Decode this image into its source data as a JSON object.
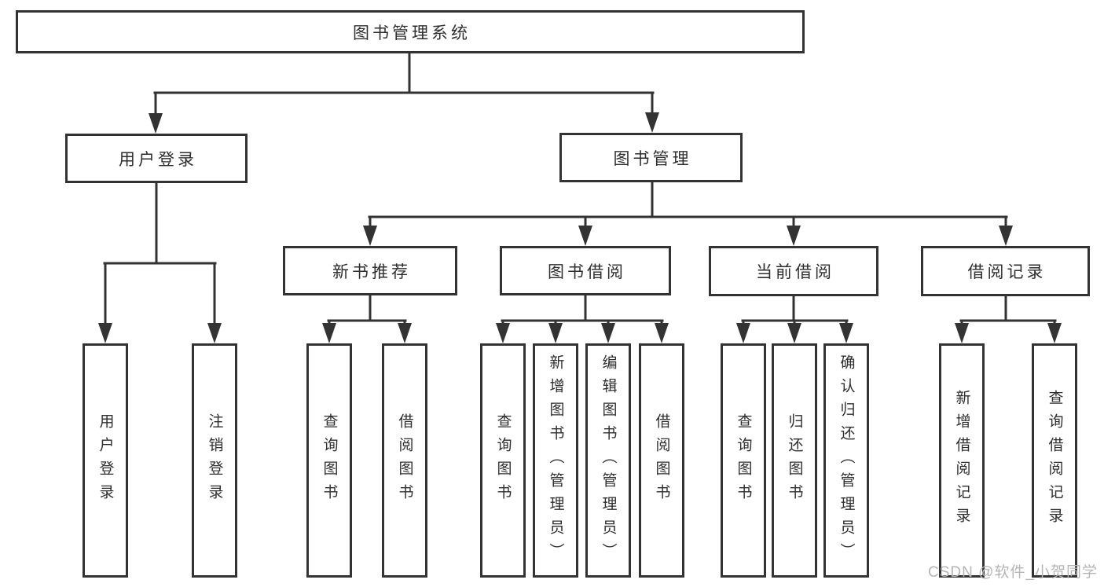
{
  "diagram": {
    "root": {
      "label": "图书管理系统",
      "children": [
        {
          "label": "用户登录",
          "children": [
            {
              "label": "用户登录"
            },
            {
              "label": "注销登录"
            }
          ]
        },
        {
          "label": "图书管理",
          "children": [
            {
              "label": "新书推荐",
              "children": [
                {
                  "label": "查询图书"
                },
                {
                  "label": "借阅图书"
                }
              ]
            },
            {
              "label": "图书借阅",
              "children": [
                {
                  "label": "查询图书"
                },
                {
                  "label": "新增图书（管理员）"
                },
                {
                  "label": "编辑图书（管理员）"
                },
                {
                  "label": "借阅图书"
                }
              ]
            },
            {
              "label": "当前借阅",
              "children": [
                {
                  "label": "查询图书"
                },
                {
                  "label": "归还图书"
                },
                {
                  "label": "确认归还（管理员）"
                }
              ]
            },
            {
              "label": "借阅记录",
              "children": [
                {
                  "label": "新增借阅记录"
                },
                {
                  "label": "查询借阅记录"
                }
              ]
            }
          ]
        }
      ]
    }
  },
  "watermark": {
    "text": "CSDN @软件_小贺同学"
  },
  "colors": {
    "line": "#333333",
    "box_border": "#333333",
    "text": "#2e2e2e",
    "watermark": "#b5b5b5",
    "background": "#ffffff"
  }
}
